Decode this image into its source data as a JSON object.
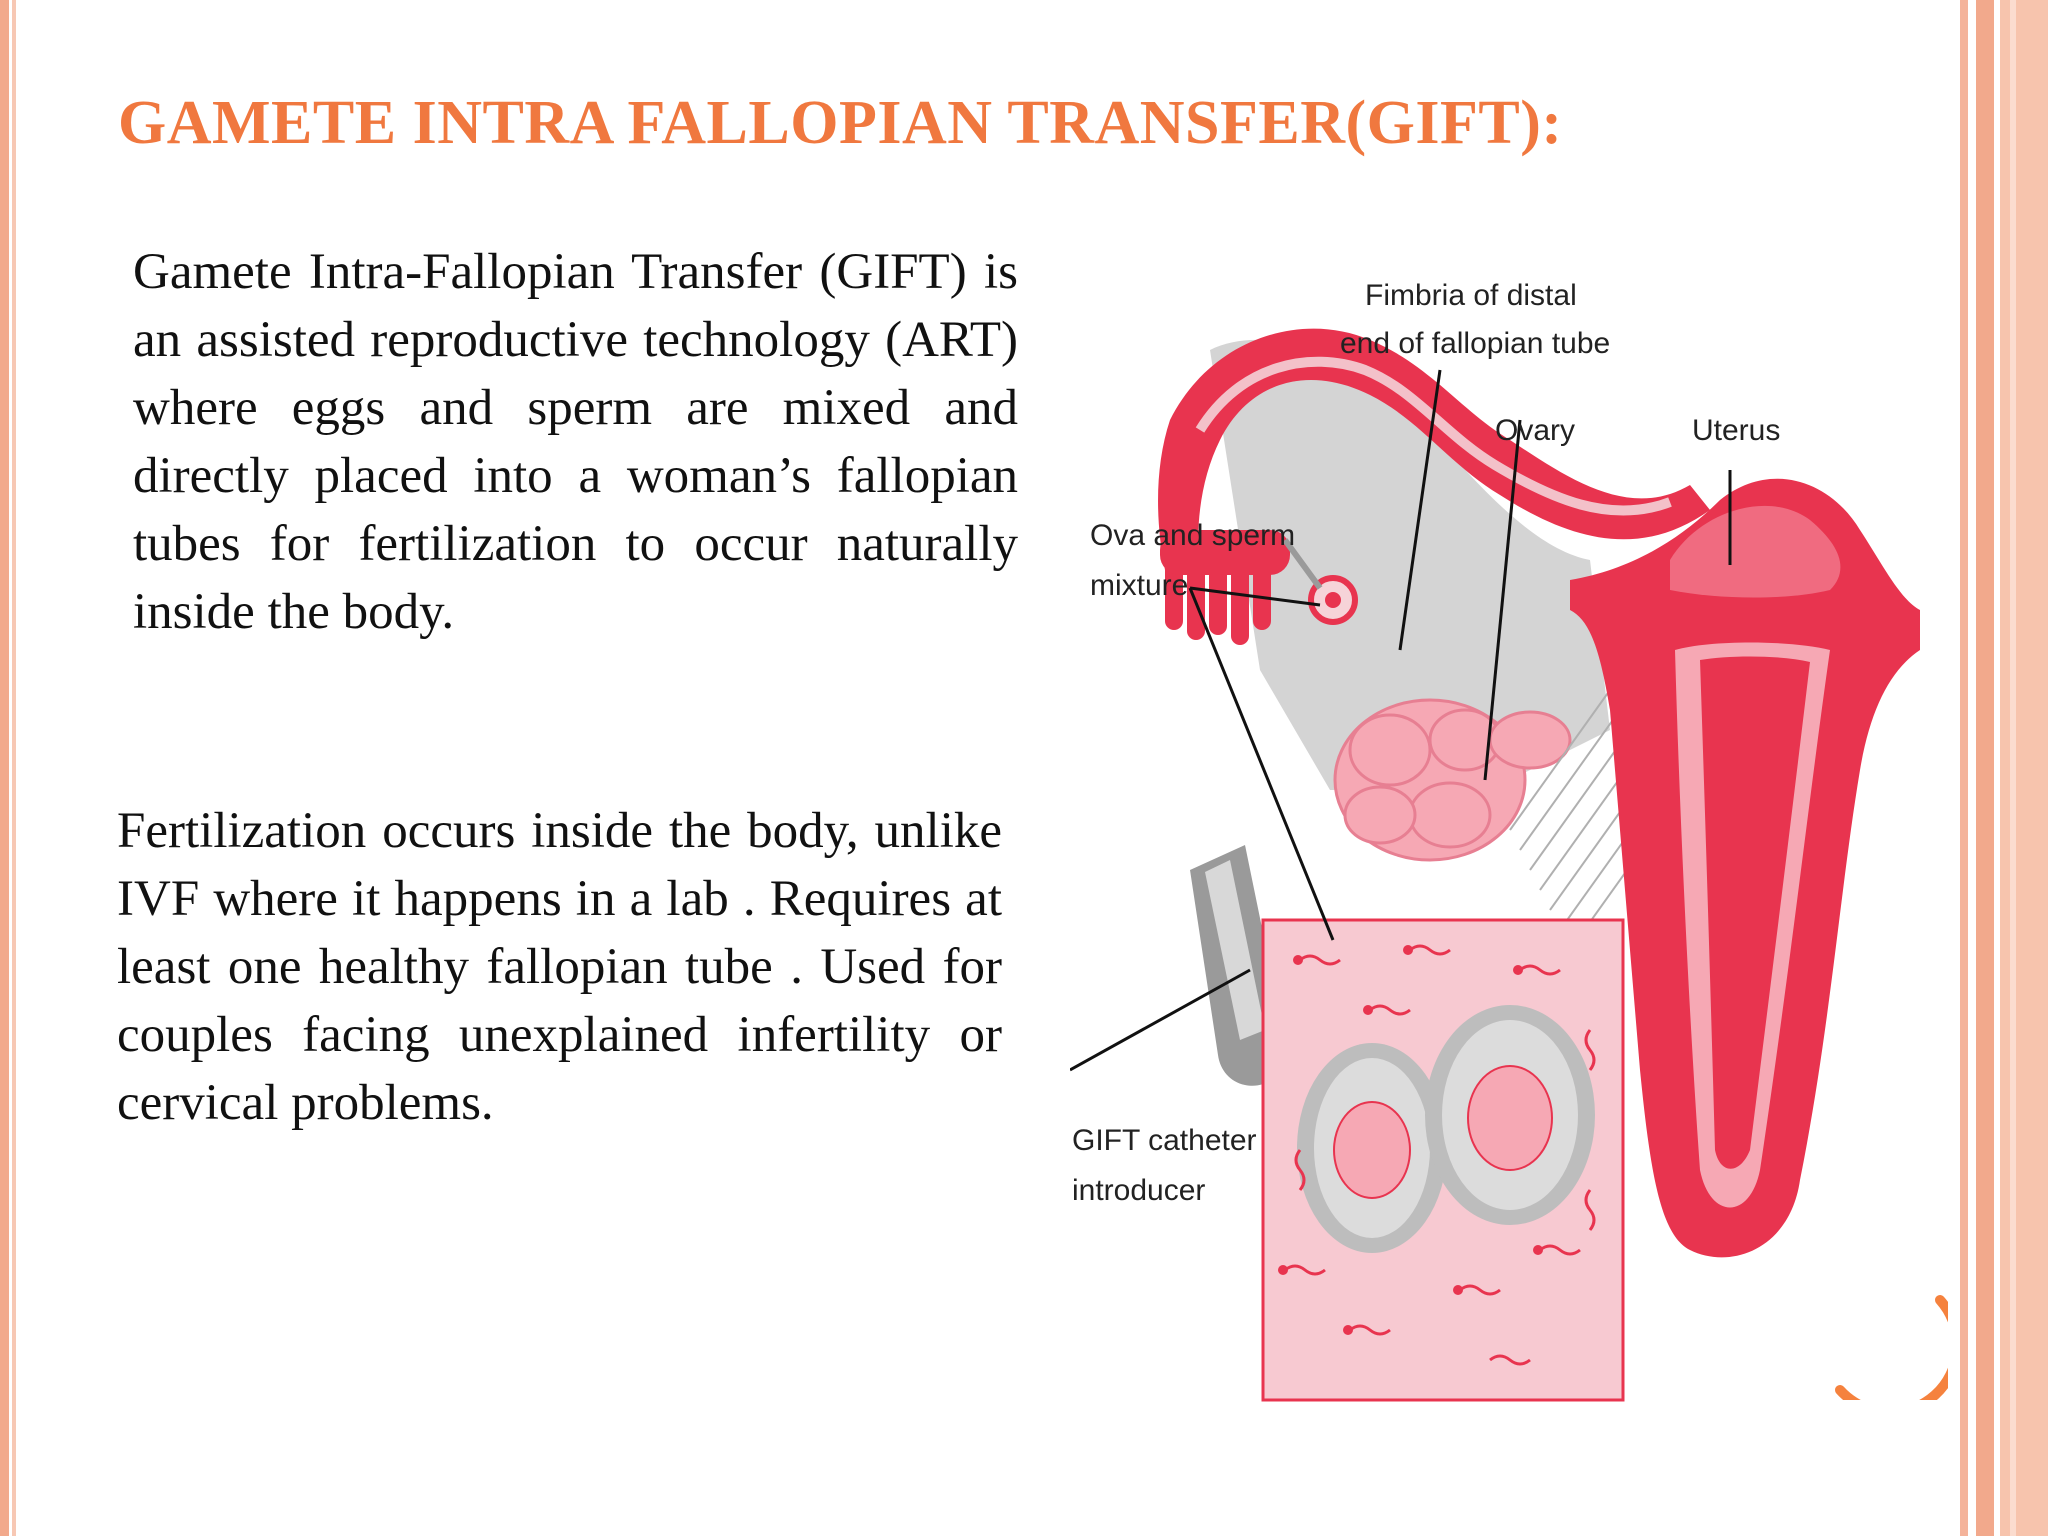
{
  "slide": {
    "title": "GAMETE INTRA FALLOPIAN TRANSFER(GIFT):",
    "paragraph_1": "Gamete Intra-Fallopian Transfer (GIFT) is an assisted reproductive technology (ART) where eggs and sperm are mixed and directly placed into a woman’s fallopian tubes for fertilization to occur naturally inside the body.",
    "paragraph_2": "Fertilization occurs inside the body, unlike IVF where it happens in a lab . Requires at least one healthy fallopian tube . Used for couples facing unexplained infertility or cervical problems."
  },
  "figure": {
    "labels": {
      "fimbria_line1": "Fimbria of distal",
      "fimbria_line2": "end of fallopian tube",
      "ovary": "Ovary",
      "uterus": "Uterus",
      "ova_line1": "Ova and sperm",
      "ova_line2": "mixture",
      "catheter_line1": "GIFT catheter",
      "catheter_line2": "introducer"
    }
  },
  "colors": {
    "title": "#f0783f",
    "border": "#f2a98c",
    "tissue_red": "#e8344f",
    "tissue_pink": "#f6a8b4",
    "inset_bg": "#f7c9d1"
  }
}
